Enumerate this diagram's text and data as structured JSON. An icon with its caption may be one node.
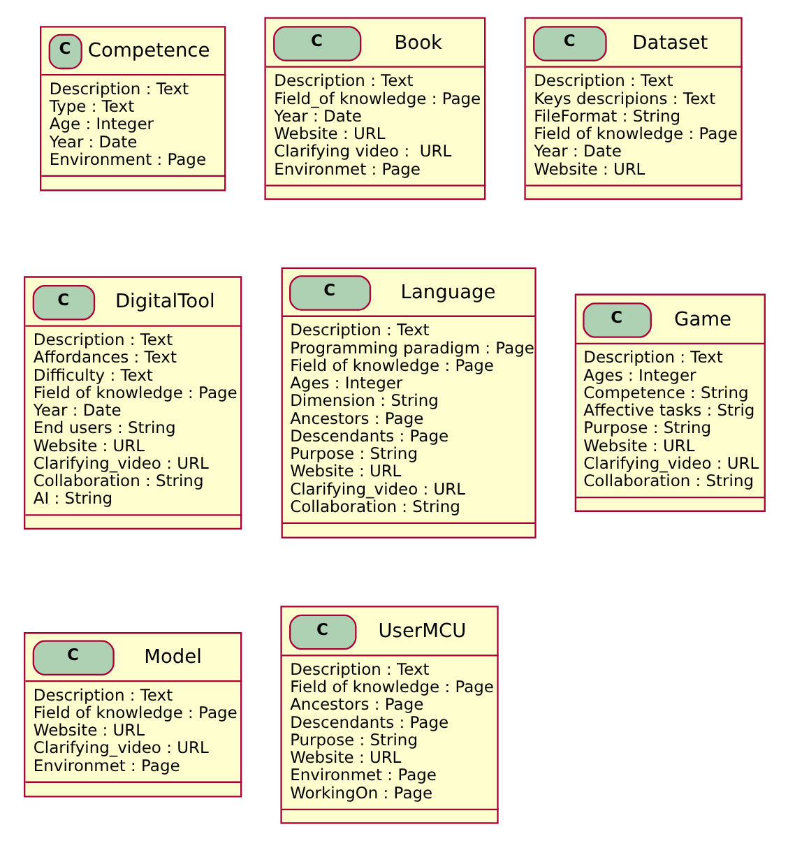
{
  "diagram": {
    "nodes": [
      {
        "text": [
          "C",
          "Competence",
          "Description : Text",
          "Type : Text",
          "Age : Integer",
          "Year : Date",
          "Environment : Page"
        ]
      },
      {
        "text": [
          "C",
          "Book",
          "Description : Text",
          "Field_of knowledge : Page",
          "Year : Date",
          "Website : URL",
          "Clarifying video :  URL",
          "Environmet : Page"
        ]
      },
      {
        "text": [
          "C",
          "Dataset",
          "Description : Text",
          "Keys descripions : Text",
          "FileFormat : String",
          "Field of knowledge : Page",
          "Year : Date",
          "Website : URL"
        ]
      },
      {
        "text": [
          "C",
          "DigitalTool",
          "Description : Text",
          "Affordances : Text",
          "Difficulty : Text",
          "Field of knowledge : Page",
          "Year : Date",
          "End users : String",
          "Website : URL",
          "Clarifying_video : URL",
          "Collaboration : String",
          "AI : String"
        ]
      },
      {
        "text": [
          "C",
          "Language",
          "Description : Text",
          "Programming paradigm : Page",
          "Field of knowledge : Page",
          "Ages : Integer",
          "Dimension : String",
          "Ancestors : Page",
          "Descendants : Page",
          "Purpose : String",
          "Website : URL",
          "Clarifying_video : URL",
          "Collaboration : String"
        ]
      },
      {
        "text": [
          "C",
          "Game",
          "Description : Text",
          "Ages : Integer",
          "Competence : String",
          "Affective tasks : Strig",
          "Purpose : String",
          "Website : URL",
          "Clarifying_video : URL",
          "Collaboration : String"
        ]
      },
      {
        "text": [
          "C",
          "Model",
          "Description : Text",
          "Field of knowledge : Page",
          "Website : URL",
          "Clarifying_video : URL",
          "Environmet : Page"
        ]
      },
      {
        "text": [
          "C",
          "UserMCU",
          "Description : Text",
          "Field of knowledge : Page",
          "Ancestors : Page",
          "Descendants : Page",
          "Purpose : String",
          "Website : URL",
          "Environmet : Page",
          "WorkingOn : Page"
        ]
      }
    ]
  }
}
